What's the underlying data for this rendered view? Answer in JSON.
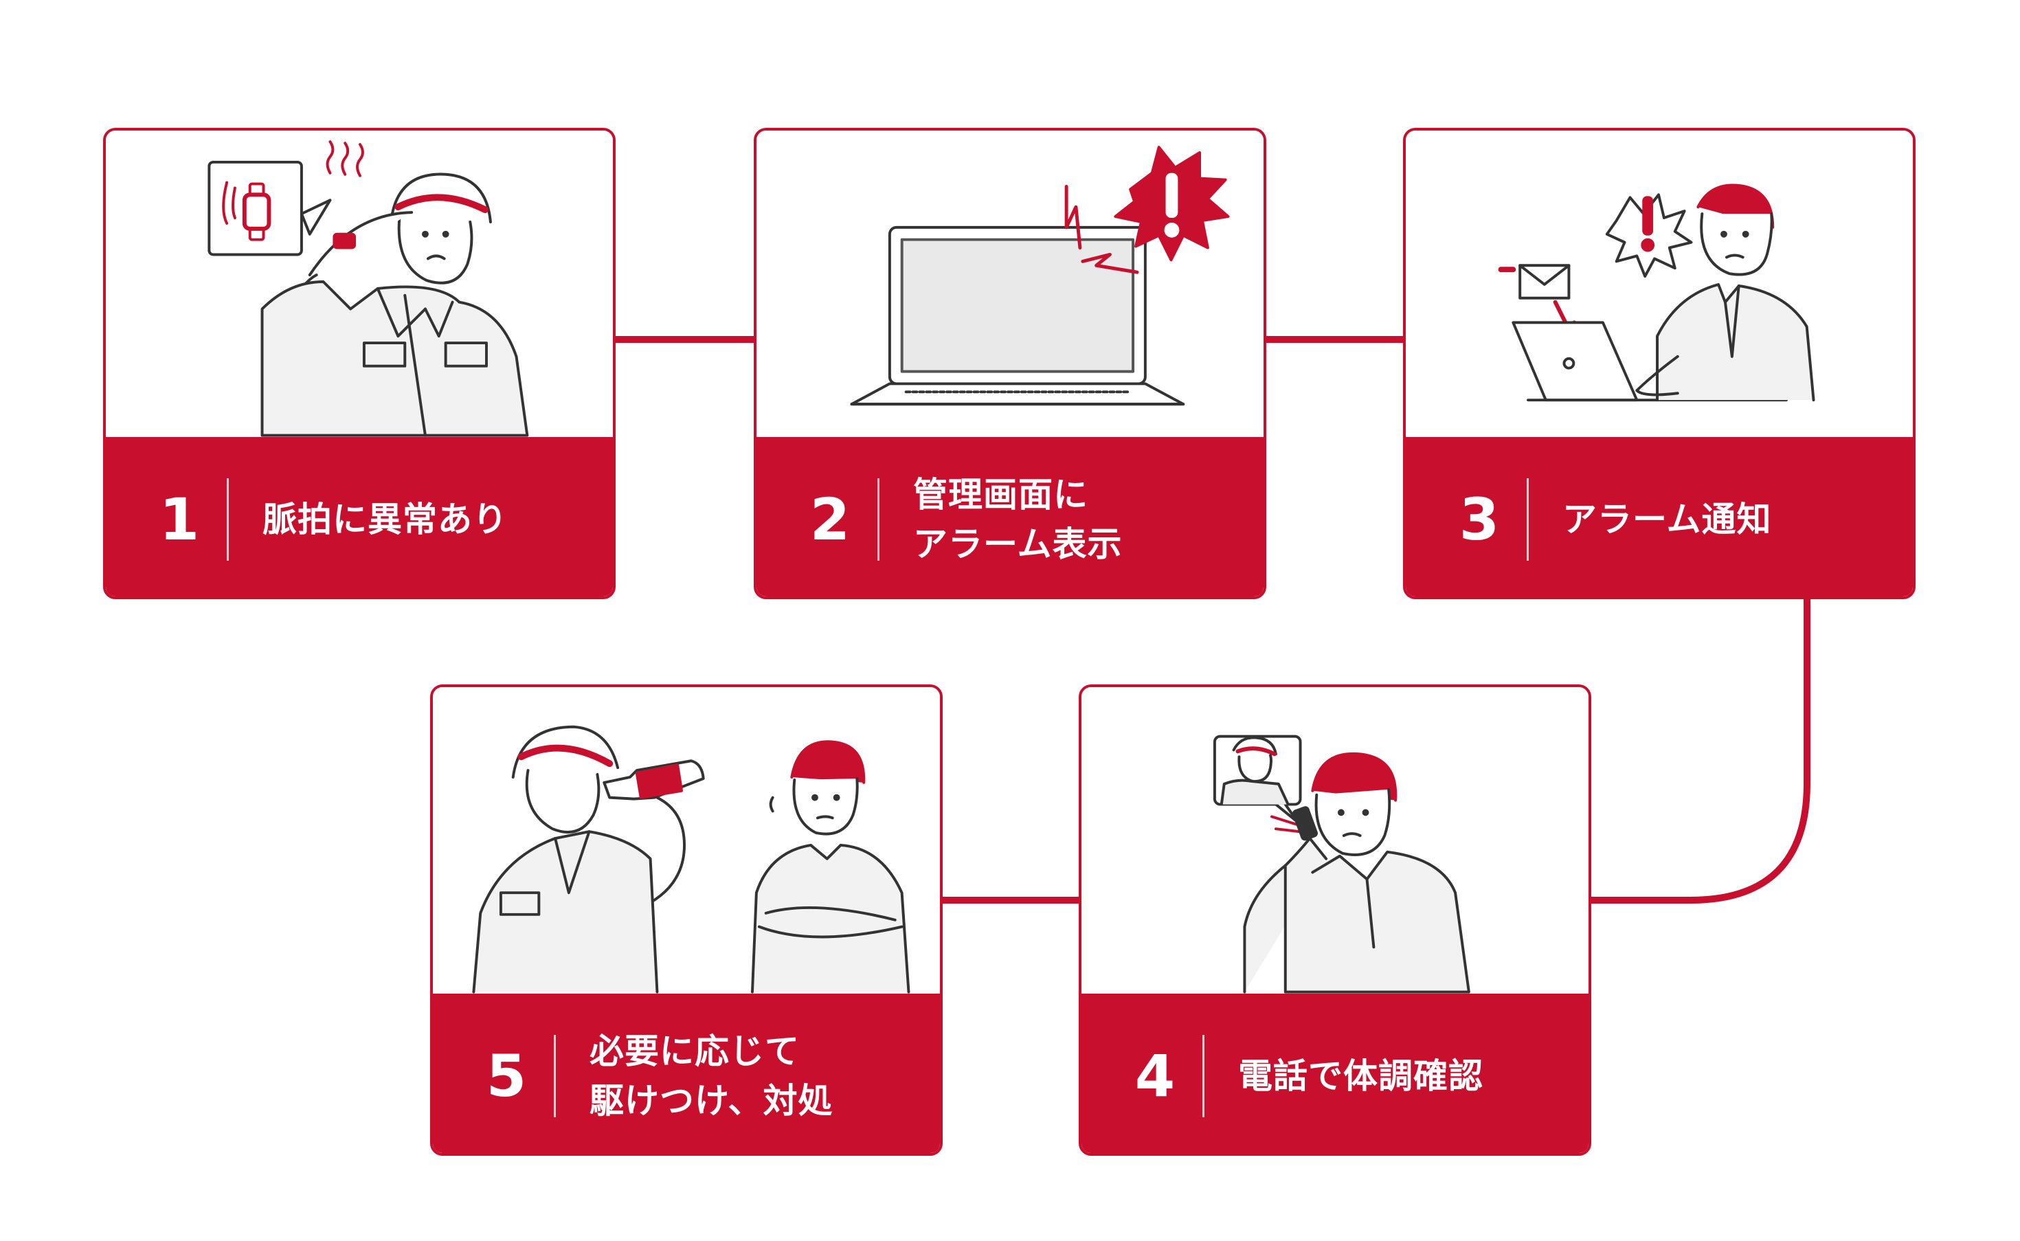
{
  "colors": {
    "accent": "#c8102e",
    "line": "#333333",
    "background": "#ffffff"
  },
  "steps": [
    {
      "number": "1",
      "lines": [
        "脈拍に異常あり"
      ],
      "illustration": "worker-wiping-sweat-smartwatch-alert-icon"
    },
    {
      "number": "2",
      "lines": [
        "管理画面に",
        "アラーム表示"
      ],
      "illustration": "laptop-alarm-burst-icon"
    },
    {
      "number": "3",
      "lines": [
        "アラーム通知"
      ],
      "illustration": "manager-receiving-email-alert-icon"
    },
    {
      "number": "4",
      "lines": [
        "電話で体調確認"
      ],
      "illustration": "manager-phone-call-icon"
    },
    {
      "number": "5",
      "lines": [
        "必要に応じて",
        "駆けつけ、対処"
      ],
      "illustration": "worker-drinking-supervisor-icon"
    }
  ]
}
